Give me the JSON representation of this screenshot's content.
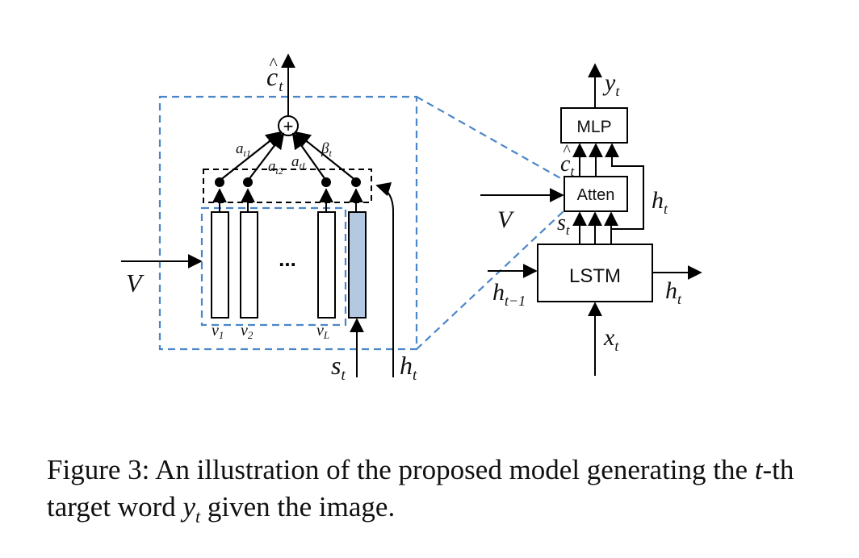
{
  "diagram": {
    "left": {
      "output": {
        "base": "c",
        "accent": "^",
        "sub": "t"
      },
      "sum_symbol": "+",
      "weights": [
        "a",
        "a",
        "a",
        "β"
      ],
      "weight_subs": [
        "t1",
        "t2",
        "tL",
        "t"
      ],
      "ellipsis": "...",
      "input_label": "V",
      "vectors": [
        "v",
        "v",
        "v"
      ],
      "vector_subs": [
        "1",
        "2",
        "L"
      ],
      "bottom_inputs": [
        {
          "base": "s",
          "sub": "t"
        },
        {
          "base": "h",
          "sub": "t"
        }
      ]
    },
    "right": {
      "boxes": {
        "mlp": "MLP",
        "atten": "Atten",
        "lstm": "LSTM"
      },
      "labels": {
        "y": {
          "base": "y",
          "sub": "t"
        },
        "c": {
          "base": "c",
          "accent": "^",
          "sub": "t"
        },
        "s": {
          "base": "s",
          "sub": "t"
        },
        "h_side": {
          "base": "h",
          "sub": "t"
        },
        "V": "V",
        "h_prev": {
          "base": "h",
          "sub": "t−1"
        },
        "h_out": {
          "base": "h",
          "sub": "t"
        },
        "x": {
          "base": "x",
          "sub": "t"
        }
      }
    }
  },
  "caption": {
    "prefix": "Figure 3:  An illustration of the proposed model generating the ",
    "t": "t",
    "middle": "-th target word ",
    "y": "y",
    "y_sub": "t",
    "suffix": " given the image."
  },
  "colors": {
    "dashed_blue": "#4a86c8",
    "filled_vector": "#b4c8e1",
    "line": "#000000"
  }
}
